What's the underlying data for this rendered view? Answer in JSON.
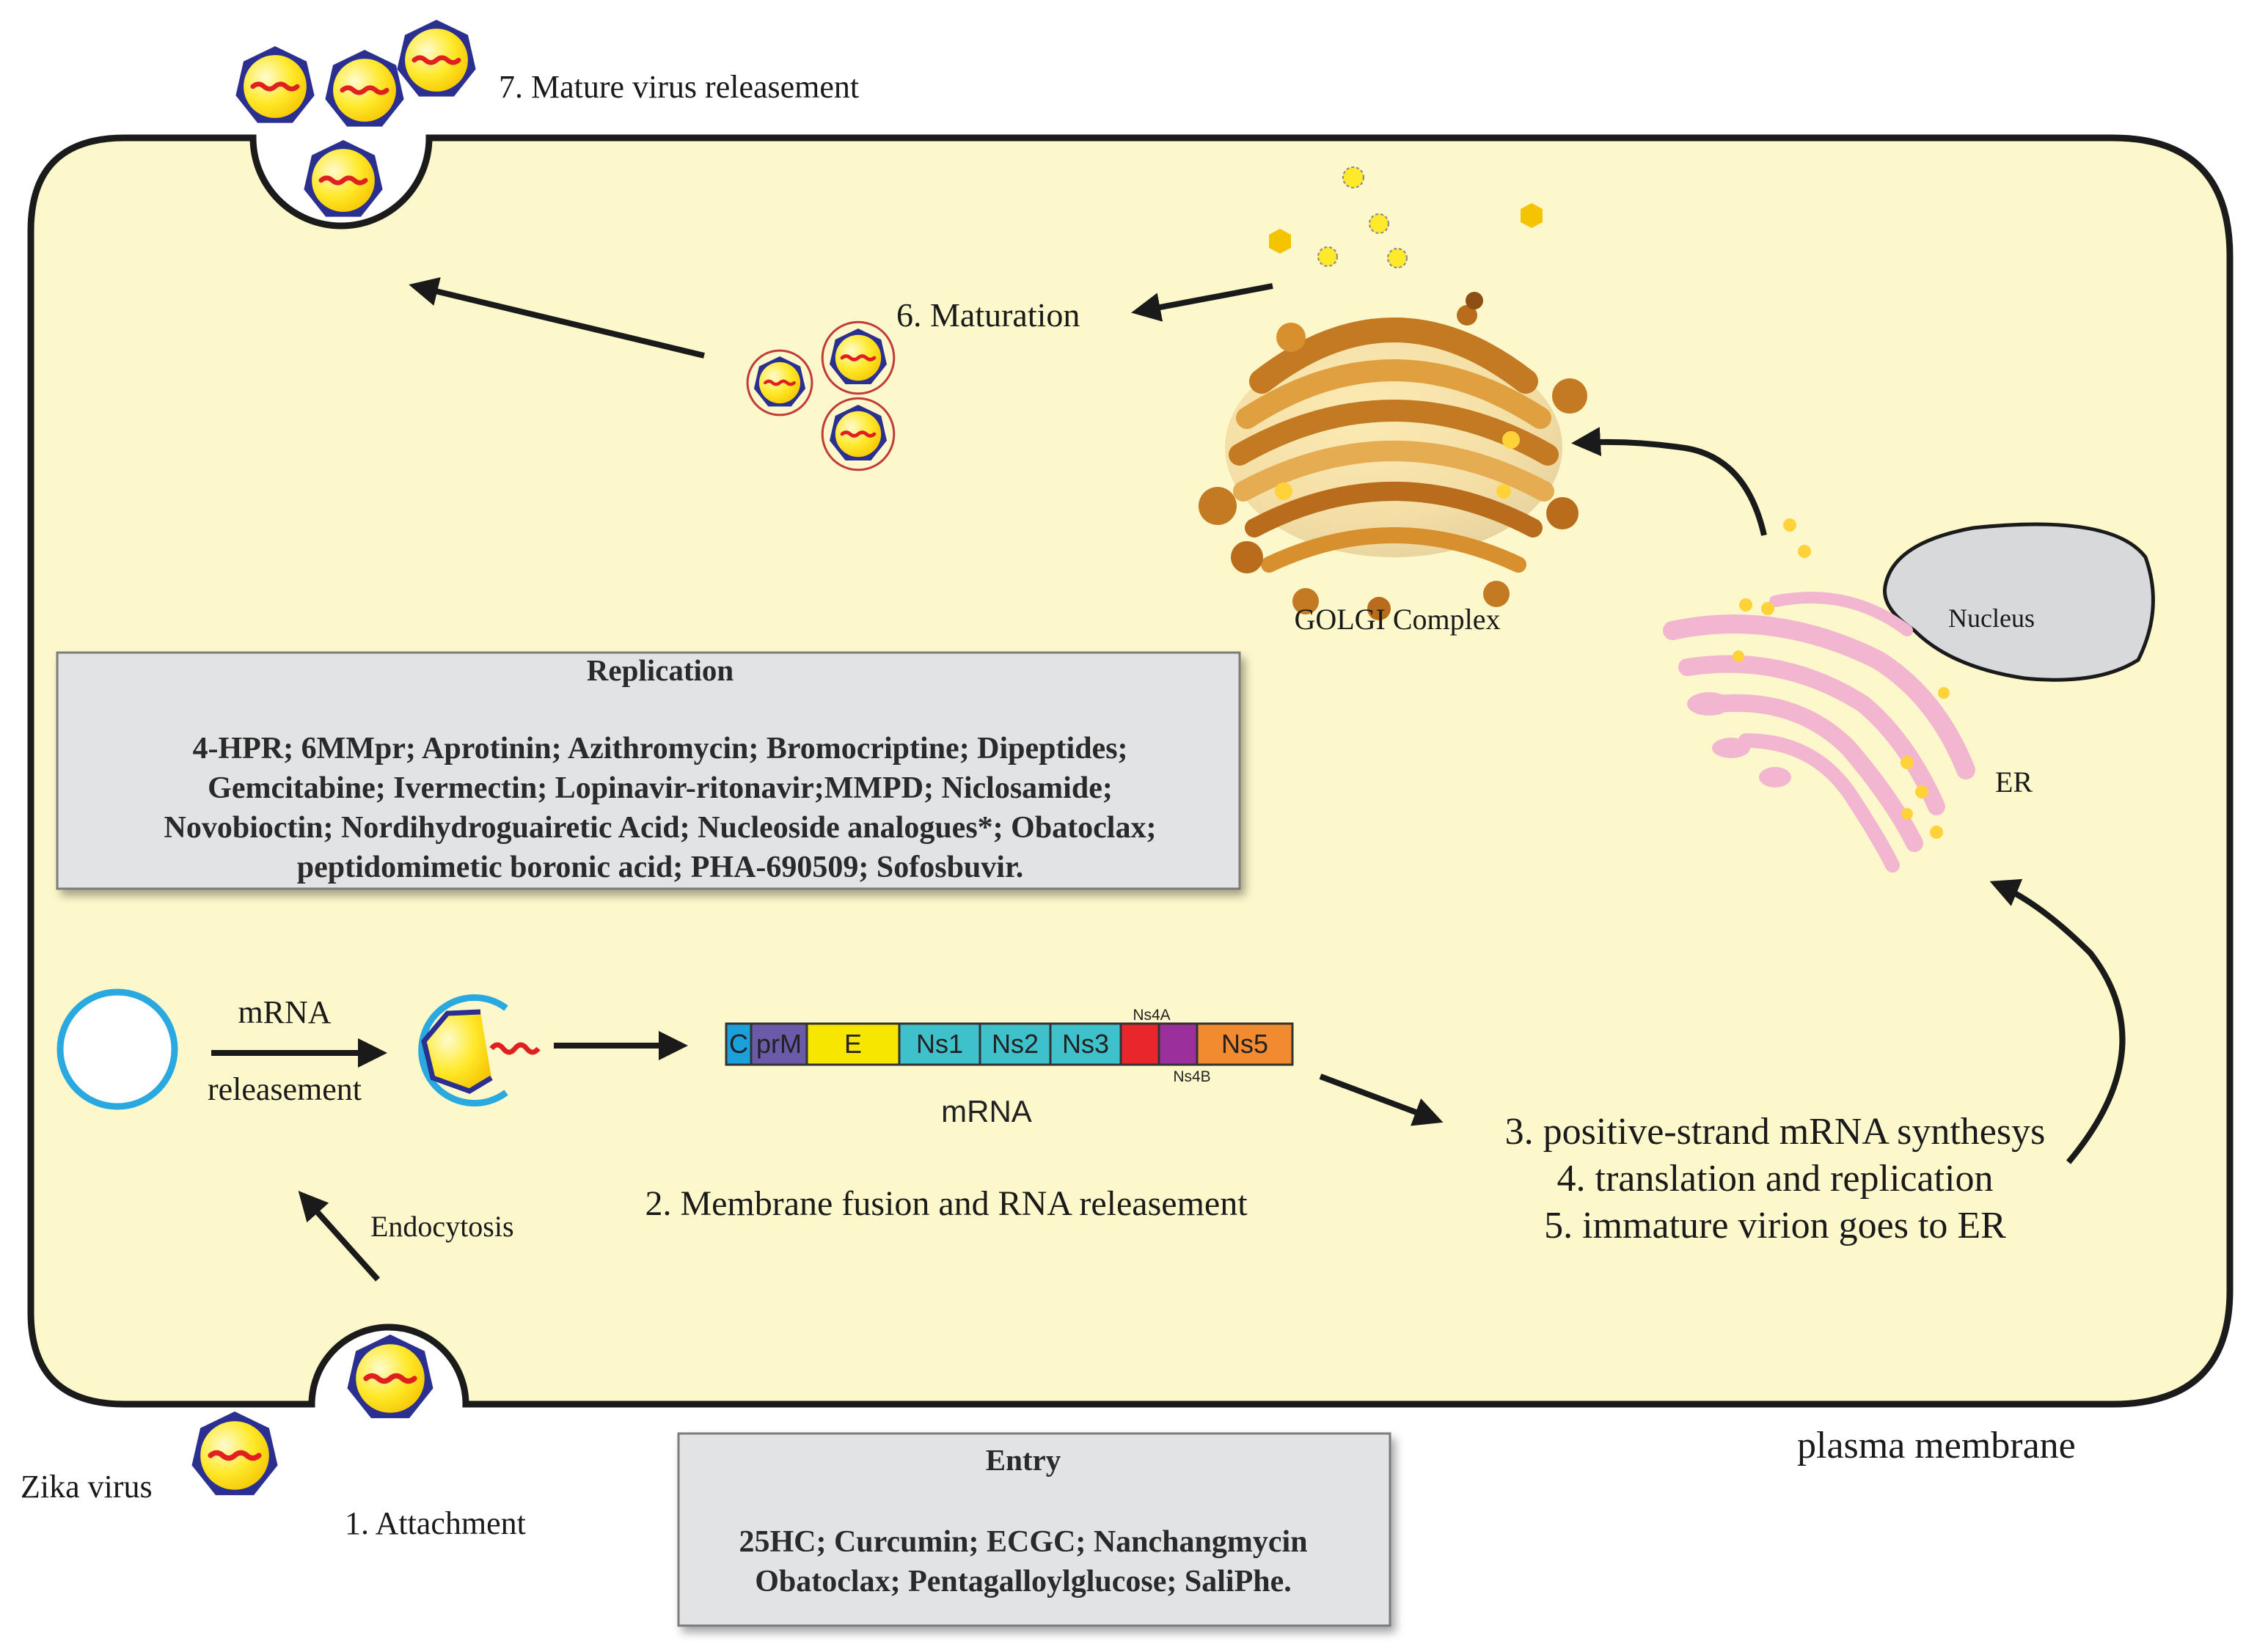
{
  "labels": {
    "step1": "1. Attachment",
    "step2": "2. Membrane fusion and RNA releasement",
    "step3": "3. positive-strand mRNA synthesys",
    "step4": "4. translation and replication",
    "step5": "5. immature virion goes to ER",
    "step6": "6. Maturation",
    "step7": "7. Mature virus releasement",
    "zika": "Zika virus",
    "endocytosis": "Endocytosis",
    "mrna_top": "mRNA",
    "mrna_bottom": "releasement",
    "mrna_caption": "mRNA",
    "plasma": "plasma membrane",
    "golgi": "GOLGI Complex",
    "nucleus": "Nucleus",
    "er": "ER"
  },
  "genome": {
    "segments": [
      {
        "label": "C",
        "color": "#1aa0db"
      },
      {
        "label": "prM",
        "color": "#6a5aa8"
      },
      {
        "label": "E",
        "color": "#f6e600"
      },
      {
        "label": "Ns1",
        "color": "#3fc1cc"
      },
      {
        "label": "Ns2",
        "color": "#3fc1cc"
      },
      {
        "label": "Ns3",
        "color": "#3fc1cc"
      },
      {
        "label": "",
        "color": "#e8262b"
      },
      {
        "label": "",
        "color": "#9b2f9b"
      },
      {
        "label": "Ns5",
        "color": "#f28a30"
      }
    ],
    "ns4a": "Ns4A",
    "ns4b": "Ns4B"
  },
  "replication_box": {
    "title": "Replication",
    "lines": [
      "4-HPR; 6MMpr; Aprotinin; Azithromycin; Bromocriptine; Dipeptides;",
      "Gemcitabine; Ivermectin; Lopinavir-ritonavir;MMPD; Niclosamide;",
      "Novobioctin; Nordihydroguairetic Acid; Nucleoside analogues*; Obatoclax;",
      "peptidomimetic boronic acid; PHA-690509; Sofosbuvir."
    ]
  },
  "entry_box": {
    "title": "Entry",
    "lines": [
      "25HC; Curcumin; ECGC; Nanchangmycin",
      "Obatoclax; Pentagalloylglucose; SaliPhe."
    ]
  },
  "colors": {
    "cell_fill": "#fdf8cc",
    "virus_yellow": "#ffe92a",
    "virus_edge": "#2b2f8f",
    "rna_red": "#e02020",
    "er_pink": "#f2b6d0",
    "golgi_orange": "#d8902e",
    "box_fill": "#e2e3e5"
  }
}
